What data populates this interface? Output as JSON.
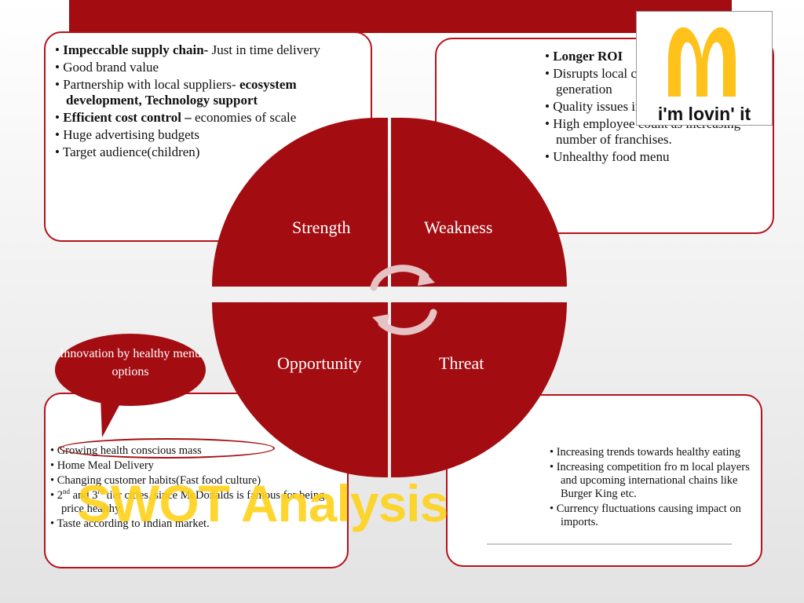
{
  "colors": {
    "primary": "#a30d12",
    "logo_arch": "#ffc21a",
    "watermark": "#ffd21a"
  },
  "quadrants": {
    "strength": "Strength",
    "weakness": "Weakness",
    "opportunity": "Opportunity",
    "threat": "Threat"
  },
  "strengths": {
    "item1_bold": "Impeccable supply chain-",
    "item1_rest": " Just in time delivery",
    "item2": "Good brand value",
    "item3_plain": "Partnership with local suppliers- ",
    "item3_bold": "ecosystem development, Technology support",
    "item4_bold": "Efficient cost control –",
    "item4_rest": " economies of scale",
    "item5": "Huge advertising budgets",
    "item6": "Target audience(children)"
  },
  "weaknesses": {
    "item1_bold": "Longer ROI",
    "item2": "Disrupts local culture in younger generation",
    "item3": "Quality issues in some franchises.",
    "item4": "High employee count as increasing number of franchises.",
    "item5": "Unhealthy food menu"
  },
  "opportunities": {
    "item1": "Growing health conscious mass",
    "item2": "Home Meal Delivery",
    "item3": "Changing customer habits(Fast food culture)",
    "item4_a": "2",
    "item4_sup1": "nd",
    "item4_b": " and 3",
    "item4_sup2": "rd",
    "item4_c": " tier cities, since McDonalds is famous for being price healthy.",
    "item5": "Taste according to Indian market."
  },
  "threats": {
    "item1": "Increasing trends towards  healthy eating",
    "item2": "Increasing competition fro m local players and upcoming international chains like Burger King etc.",
    "item3": "Currency fluctuations causing impact on imports."
  },
  "callout": "Innovation by healthy menu options",
  "logo_tagline": "i'm lovin' it",
  "watermark": "SWOT Analysis",
  "icons": {
    "logo": "golden-arches-icon",
    "cycle": "cycle-arrows-icon"
  }
}
